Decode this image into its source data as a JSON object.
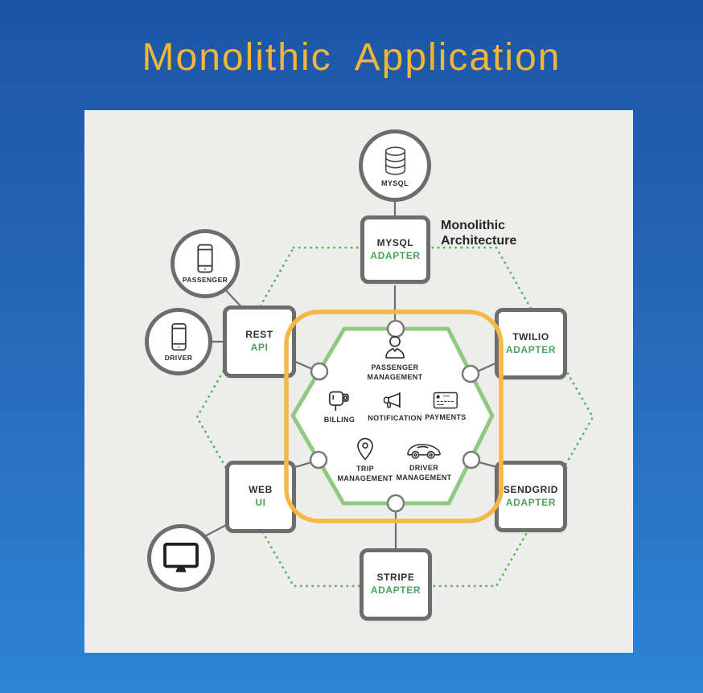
{
  "header": {
    "title": "Monolithic  Application"
  },
  "architecture": {
    "label": "Monolithic\nArchitecture"
  },
  "nodes": {
    "mysql_db": {
      "label": "MYSQL"
    },
    "mysql_adapter": {
      "name": "MYSQL",
      "type": "ADAPTER"
    },
    "passenger": {
      "label": "PASSENGER"
    },
    "driver": {
      "label": "DRIVER"
    },
    "rest_api": {
      "name": "REST",
      "type": "API"
    },
    "twilio_adapter": {
      "name": "TWILIO",
      "type": "ADAPTER"
    },
    "web_ui": {
      "name": "WEB",
      "type": "UI"
    },
    "sendgrid_adapter": {
      "name": "SENDGRID",
      "type": "ADAPTER"
    },
    "stripe_adapter": {
      "name": "STRIPE",
      "type": "ADAPTER"
    }
  },
  "modules": {
    "passenger_management": {
      "label": "PASSENGER\nMANAGEMENT"
    },
    "billing": {
      "label": "BILLING"
    },
    "notification": {
      "label": "NOTIFICATION"
    },
    "payments": {
      "label": "PAYMENTS"
    },
    "trip_management": {
      "label": "TRIP\nMANAGEMENT"
    },
    "driver_management": {
      "label": "DRIVER\nMANAGEMENT"
    }
  },
  "icons": [
    "database-icon",
    "smartphone-icon",
    "monitor-icon",
    "user-icon",
    "cash-register-icon",
    "megaphone-icon",
    "credit-card-icon",
    "map-pin-icon",
    "car-icon"
  ],
  "colors": {
    "background_top": "#1d55a6",
    "background_bottom": "#2f83d6",
    "title_gold": "#f0b53c",
    "panel_gray": "#ededeb",
    "node_border_gray": "#6d6d6d",
    "type_green": "#4da35b",
    "hexagon_green": "#8fca80",
    "dotted_green": "#56b856",
    "highlight_orange": "#f4b843",
    "text_dark": "#2c2c2c"
  }
}
